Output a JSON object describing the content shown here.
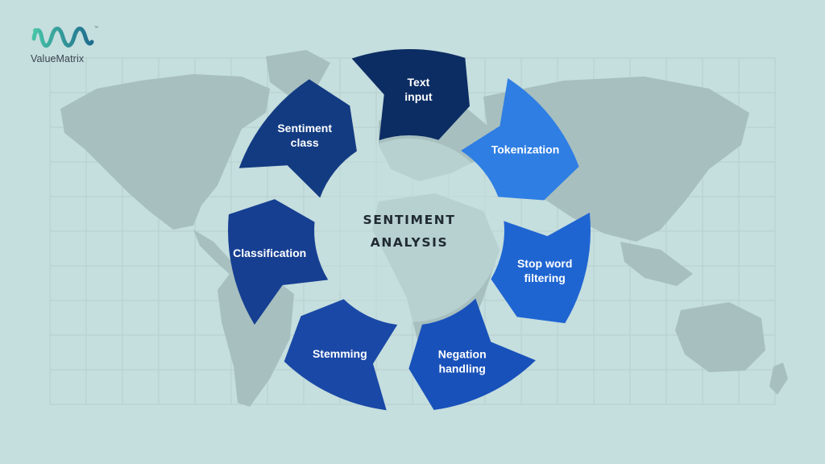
{
  "brand": {
    "name": "ValueMatrix",
    "trademark": "™",
    "accent": "#3aa89a"
  },
  "diagram": {
    "title_line1": "SENTIMENT",
    "title_line2": "ANALYSIS",
    "steps": [
      {
        "label_lines": [
          "Text",
          "input"
        ],
        "color": "#0c2d63"
      },
      {
        "label_lines": [
          "Tokenization"
        ],
        "color": "#2e7ee3"
      },
      {
        "label_lines": [
          "Stop word",
          "filtering"
        ],
        "color": "#1f65d2"
      },
      {
        "label_lines": [
          "Negation",
          "handling"
        ],
        "color": "#1851ba"
      },
      {
        "label_lines": [
          "Stemming"
        ],
        "color": "#1a48a6"
      },
      {
        "label_lines": [
          "Classification"
        ],
        "color": "#163f92"
      },
      {
        "label_lines": [
          "Sentiment",
          "class"
        ],
        "color": "#123b82"
      }
    ]
  },
  "colors": {
    "background": "#c5dede",
    "map": "#a7bfbf",
    "grid": "#b7cfcf",
    "center": "#c5dede"
  }
}
